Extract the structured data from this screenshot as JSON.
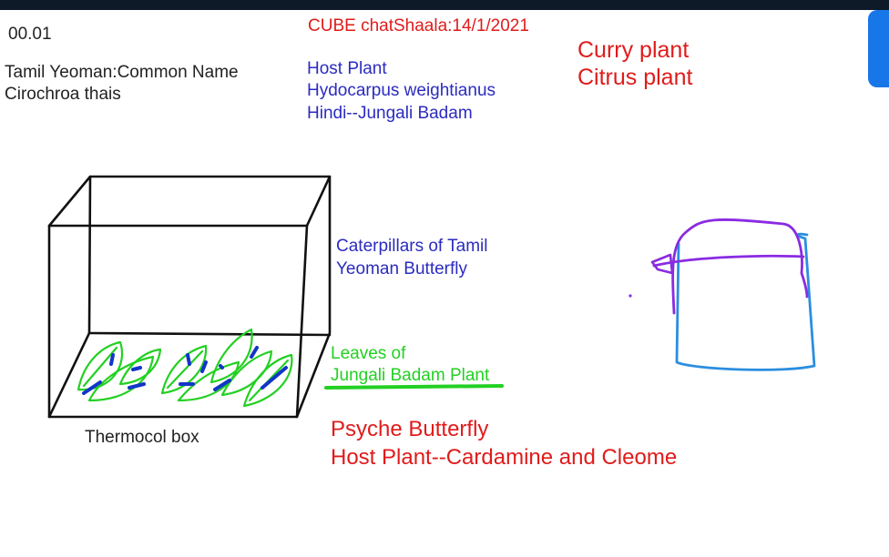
{
  "page_number": "00.01",
  "header": "CUBE chatShaala:14/1/2021",
  "butterfly": {
    "common_name": "Tamil Yeoman:Common Name",
    "scientific_name": "Cirochroa thais"
  },
  "host_plant": {
    "label": "Host Plant",
    "name": "Hydocarpus weightianus",
    "hindi": "Hindi--Jungali Badam"
  },
  "other_plants": [
    "Curry plant",
    "Citrus plant"
  ],
  "caterpillars_label": [
    "Caterpillars of Tamil",
    "Yeoman Butterfly"
  ],
  "leaves_label": [
    "Leaves of",
    "Jungali Badam Plant"
  ],
  "box_label": "Thermocol box",
  "psyche": {
    "title": "Psyche Butterfly",
    "host": "Host Plant--Cardamine and Cleome"
  },
  "colors": {
    "ink_black": "#111111",
    "ink_blue": "#2b2bc0",
    "ink_red": "#e01b1b",
    "ink_green": "#22d022",
    "caterpillar": "#1235c8",
    "sketch_purple": "#8a2be2",
    "sketch_cyan": "#2a8ee0"
  }
}
